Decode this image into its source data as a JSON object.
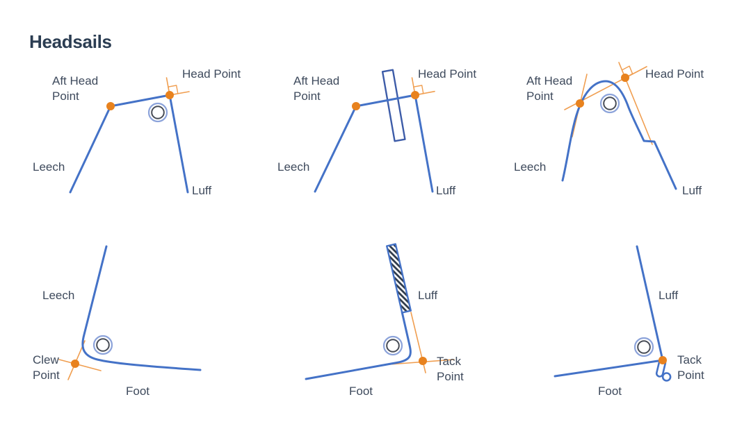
{
  "title": "Headsails",
  "colors": {
    "line_blue": "#4472C7",
    "batten": "#3D5CA8",
    "orange_line": "#F09E50",
    "orange_dot": "#E8821E",
    "grommet_outer": "#8CA3DA",
    "grommet_inner": "#474C56",
    "hatch": "#2E3A4A",
    "text": "#3E4A5C",
    "title_color": "#2B3D52",
    "bg": "#FFFFFF"
  },
  "panels": [
    {
      "name": "head-detail-basic",
      "labels": {
        "aft_head": "Aft Head Point",
        "head": "Head Point",
        "leech": "Leech",
        "luff": "Luff"
      }
    },
    {
      "name": "head-detail-batten",
      "labels": {
        "aft_head": "Aft Head Point",
        "head": "Head Point",
        "leech": "Leech",
        "luff": "Luff"
      }
    },
    {
      "name": "head-detail-roach-curve",
      "labels": {
        "aft_head": "Aft Head Point",
        "head": "Head Point",
        "leech": "Leech",
        "luff": "Luff"
      }
    },
    {
      "name": "clew-detail",
      "labels": {
        "leech": "Leech",
        "clew": "Clew Point",
        "foot": "Foot"
      }
    },
    {
      "name": "tack-detail-luff-tape",
      "labels": {
        "luff": "Luff",
        "tack": "Tack Point",
        "foot": "Foot"
      }
    },
    {
      "name": "tack-detail-shackle",
      "labels": {
        "luff": "Luff",
        "tack": "Tack Point",
        "foot": "Foot"
      }
    }
  ]
}
